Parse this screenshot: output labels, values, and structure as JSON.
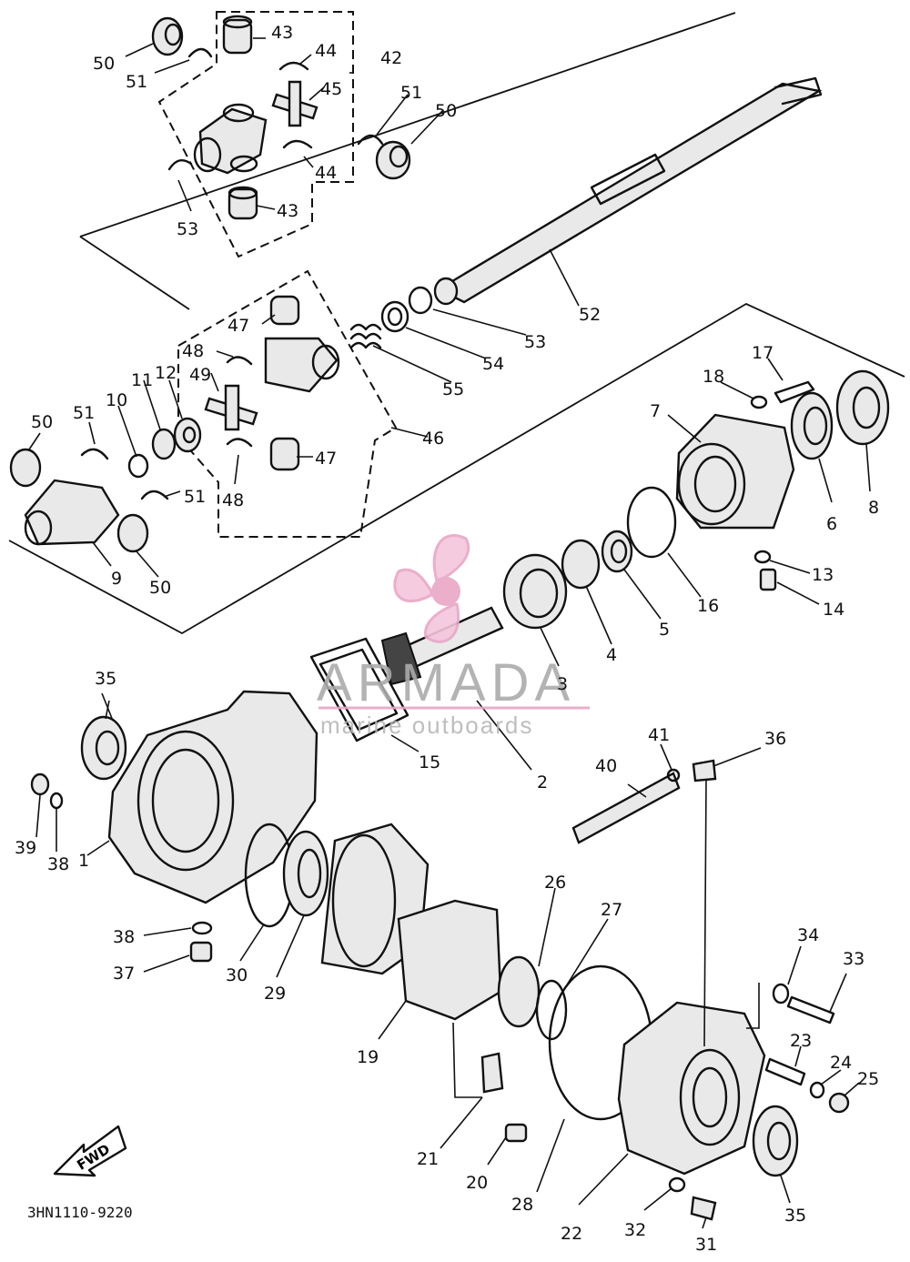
{
  "watermark": {
    "brand": "ARMADA",
    "tagline": "marine outboards",
    "logo_color": "#e9a6c6"
  },
  "diagram_code": "3HN1110-9220",
  "fwd_label": "FWD",
  "callouts": {
    "c1": "1",
    "c2": "2",
    "c3": "3",
    "c4": "4",
    "c5": "5",
    "c6": "6",
    "c7": "7",
    "c8": "8",
    "c9": "9",
    "c10": "10",
    "c11": "11",
    "c12": "12",
    "c13": "13",
    "c14": "14",
    "c15": "15",
    "c16": "16",
    "c17": "17",
    "c18": "18",
    "c19": "19",
    "c20": "20",
    "c21": "21",
    "c22": "22",
    "c23": "23",
    "c24": "24",
    "c25": "25",
    "c26": "26",
    "c27": "27",
    "c28": "28",
    "c29": "29",
    "c30": "30",
    "c31": "31",
    "c32": "32",
    "c33": "33",
    "c34": "34",
    "c35": "35",
    "c36": "36",
    "c37": "37",
    "c38": "38",
    "c39": "39",
    "c40": "40",
    "c41": "41",
    "c42": "42",
    "c43": "43",
    "c44": "44",
    "c45": "45",
    "c46": "46",
    "c47": "47",
    "c48": "48",
    "c49": "49",
    "c50": "50",
    "c51": "51",
    "c52": "52",
    "c53": "53",
    "c54": "54",
    "c55": "55"
  }
}
